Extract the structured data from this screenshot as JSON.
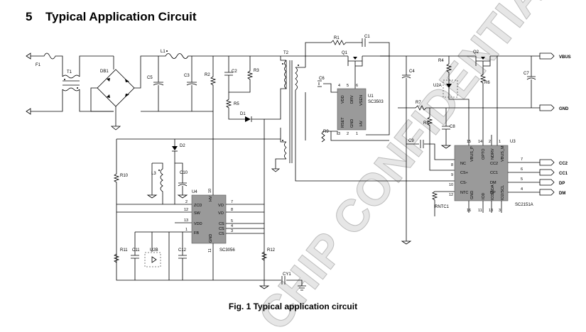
{
  "heading": {
    "number": "5",
    "title": "Typical Application Circuit"
  },
  "caption": "Fig. 1 Typical application circuit",
  "watermark": "CHIP CONFIDENTIAL",
  "ports": {
    "vbus": "VBUS",
    "gnd": "GND",
    "cc2": "CC2",
    "cc1": "CC1",
    "dp": "DP",
    "dm": "DM"
  },
  "refs": {
    "F1": "F1",
    "T1": "T1",
    "DB1": "DB1",
    "L1": "L1",
    "C5": "C5",
    "C3": "C3",
    "R2": "R2",
    "C2": "C2",
    "R3": "R3",
    "R5": "R5",
    "D1": "D1",
    "T2": "T2",
    "R1": "R1",
    "C1": "C1",
    "Q1": "Q1",
    "C6": "C6",
    "R9": "R9",
    "C4": "C4",
    "Q2": "Q2",
    "R4": "R4",
    "U2A": "U2A",
    "R6": "R6",
    "C7": "C7",
    "R7": "R7",
    "R8": "R8",
    "C8": "C8",
    "C9": "C9",
    "RNTC1": "RNTC1",
    "D2": "D2",
    "L3": "L3",
    "C10": "C10",
    "R10": "R10",
    "R11": "R11",
    "C11": "C11",
    "U2B": "U2B",
    "C12": "C12",
    "R12": "R12",
    "CY1": "CY1"
  },
  "u1": {
    "ref": "U1",
    "name": "SC3503",
    "pins": {
      "vdd": "VDD",
      "drv": "DRV",
      "vsen": "VSEN",
      "rset": "RSET",
      "gnd": "GND",
      "hv": "HV"
    },
    "nums": {
      "vdd": "4",
      "drv": "5",
      "vsen": "6",
      "rset": "3",
      "gnd": "2",
      "hv": "1"
    }
  },
  "u3": {
    "ref": "U3",
    "name": "SC2151A",
    "pins": {
      "nc": "NC",
      "csp": "CS+",
      "csm": "CS-",
      "ntc": "NTC",
      "vbus_p": "VBUS_P",
      "opto": "OPTO",
      "ndrv": "NDRV",
      "vbus_m": "VBUS_M",
      "cc2": "CC2",
      "cc1": "CC1",
      "dm": "DM",
      "dp": "DP",
      "gnd": "GND",
      "io0": "IO0",
      "io3": "IO3/SDA",
      "io2": "IO2/SCL"
    },
    "nums": {
      "nc": "8",
      "csp": "9",
      "csm": "10",
      "ntc": "12",
      "vbus_p": "15",
      "opto": "14",
      "ndrv": "2",
      "vbus_m": "1",
      "cc2": "7",
      "cc1": "6",
      "dm": "5",
      "dp": "4",
      "gnd": "16",
      "io0": "11",
      "io3": "13",
      "io2": "3"
    }
  },
  "u4": {
    "ref": "U4",
    "name": "SC3056",
    "pins": {
      "hv": "HV",
      "zcd": "ZCD",
      "sw": "SW",
      "vdd": "VDD",
      "fb": "FB",
      "gnd": "GND",
      "vo1": "VO",
      "vo2": "VO",
      "cs1": "CS",
      "cs2": "CS",
      "cs3": "CS"
    },
    "nums": {
      "hv": "10",
      "zcd": "2",
      "sw": "12",
      "vdd": "13",
      "fb": "1",
      "gnd": "11",
      "vo1": "7",
      "vo2": "8",
      "cs1": "5",
      "cs2": "4",
      "cs3": "3"
    }
  }
}
